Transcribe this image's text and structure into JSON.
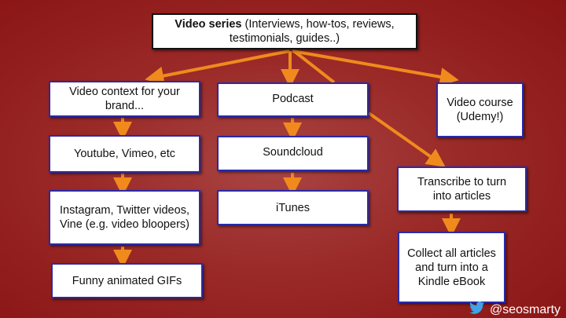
{
  "root": {
    "bold": "Video series",
    "rest": " (Interviews, how-tos, reviews, testimonials, guides..)"
  },
  "nodes": {
    "video_context": "Video context for your brand...",
    "youtube": "Youtube, Vimeo, etc",
    "instagram": "Instagram, Twitter videos, Vine (e.g. video bloopers)",
    "gifs": "Funny animated GIFs",
    "podcast": "Podcast",
    "soundcloud": "Soundcloud",
    "itunes": "iTunes",
    "course": "Video course (Udemy!)",
    "transcribe": "Transcribe to turn into articles",
    "ebook": "Collect all articles and turn into a Kindle eBook"
  },
  "footer": {
    "handle": "@seosmarty",
    "icon": "twitter-bird-icon"
  },
  "colors": {
    "arrow": "#f08a1c",
    "border": "#2a2aa8",
    "background": "#9a2a28"
  }
}
